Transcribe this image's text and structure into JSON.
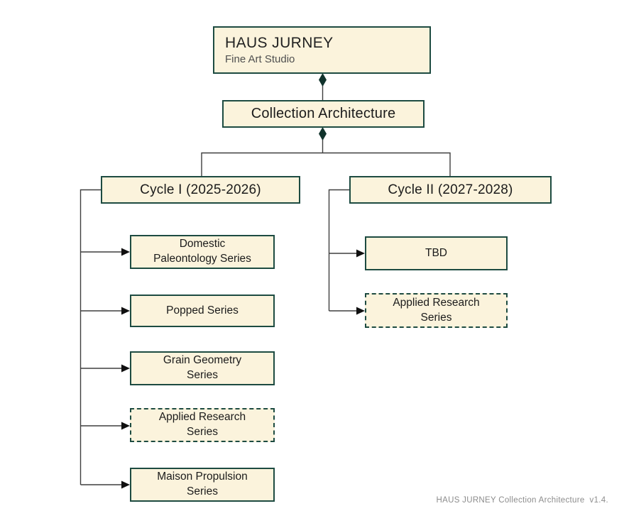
{
  "colors": {
    "box_fill": "#FBF3DC",
    "box_border": "#1D4B41",
    "connector_line": "#3F3F3F",
    "arrowhead": "#101010",
    "diamond": "#11332C",
    "title_text": "#222222",
    "subtitle_text": "#4F4F4F",
    "footer_text": "#8C8C8C"
  },
  "root": {
    "title": "HAUS JURNEY",
    "subtitle": "Fine Art Studio"
  },
  "level2": {
    "label": "Collection Architecture"
  },
  "branches": [
    {
      "label": "Cycle I (2025-2026)",
      "children": [
        {
          "label": "Domestic Paleontology Series",
          "style": "solid"
        },
        {
          "label": "Popped Series",
          "style": "solid"
        },
        {
          "label": "Grain Geometry Series",
          "style": "solid"
        },
        {
          "label": "Applied Research Series",
          "style": "dashed"
        },
        {
          "label": "Maison Propulsion Series",
          "style": "solid"
        }
      ]
    },
    {
      "label": "Cycle II (2027-2028)",
      "children": [
        {
          "label": "TBD",
          "style": "solid"
        },
        {
          "label": "Applied Research Series",
          "style": "dashed"
        }
      ]
    }
  ],
  "footer": {
    "text": "HAUS JURNEY Collection Architecture  v1.4."
  }
}
